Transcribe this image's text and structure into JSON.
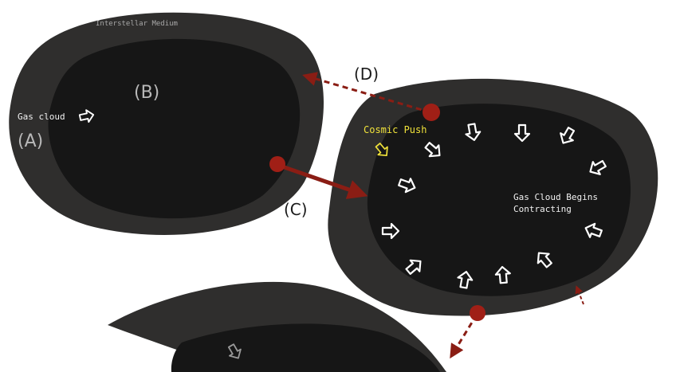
{
  "labels": {
    "interstellar_medium": "Interstellar Medium",
    "gas_cloud": "Gas cloud",
    "region_a": "(A)",
    "region_b": "(B)",
    "arrow_c": "(C)",
    "arrow_d": "(D)",
    "cosmic_push": "Cosmic Push",
    "contracting_line1": "Gas Cloud Begins",
    "contracting_line2": "Contracting"
  },
  "colors": {
    "outer_medium": "#2f2e2d",
    "inner_cloud": "#161616",
    "arrow_red": "#8a1d14",
    "marker_red": "#a01f16",
    "text_light": "#f2f2f2",
    "text_gray": "#b9b9b9",
    "cosmic_yellow": "#f0e23a"
  },
  "icons": {
    "inward_arrows": "hollow-arrow-icon",
    "flow_arrows": "red-arrow-icon"
  }
}
